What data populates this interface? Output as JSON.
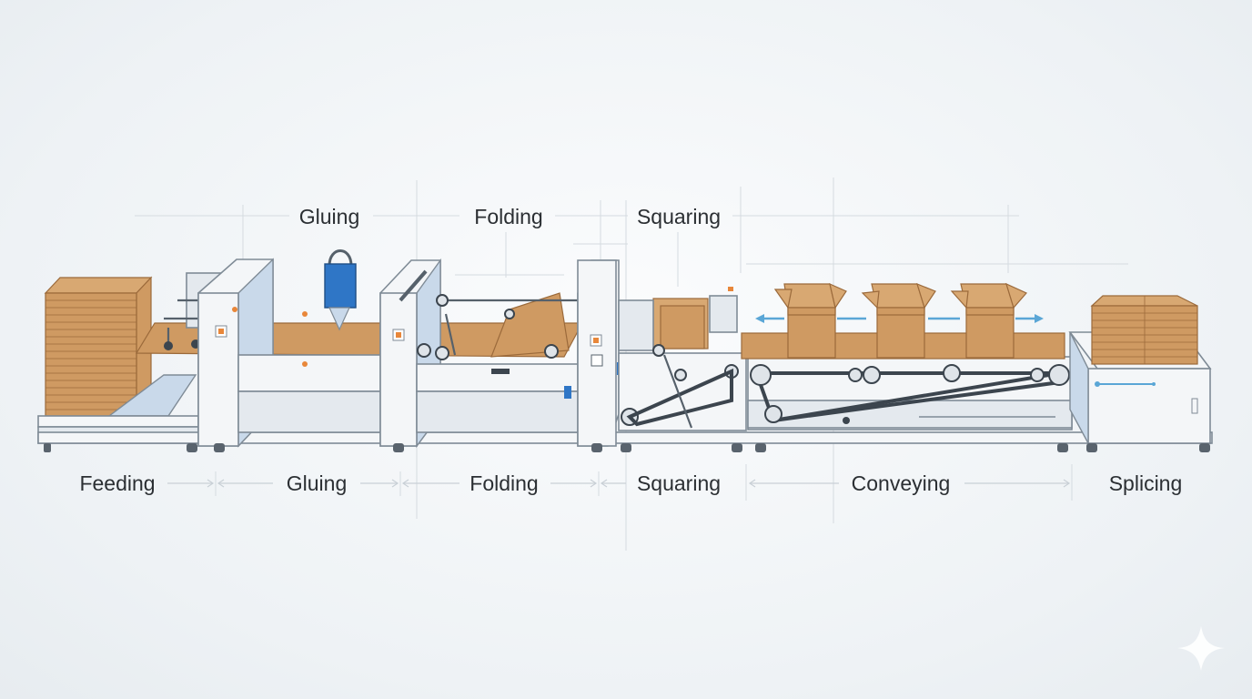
{
  "top_labels": {
    "gluing": "Gluing",
    "folding": "Folding",
    "squaring": "Squaring"
  },
  "bottom_labels": {
    "feeding": "Feeding",
    "gluing": "Gluing",
    "folding": "Folding",
    "squaring": "Squaring",
    "conveying": "Conveying",
    "splicing": "Splicing"
  },
  "colors": {
    "cardboard": "#cf9a62",
    "machine_frame": "#f4f6f8",
    "glue_head": "#2f76c6",
    "accent": "#e8873a",
    "belt": "#3c454e",
    "flow_arrow": "#5aa6d6"
  },
  "icons": {
    "watermark": "sparkle-icon"
  }
}
